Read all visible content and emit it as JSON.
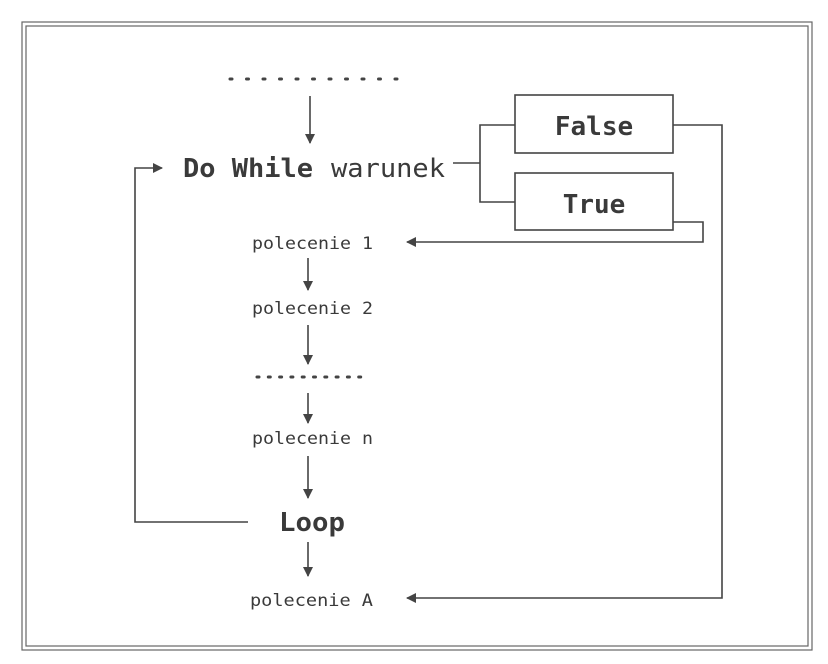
{
  "diagram": {
    "do_keyword": "Do While",
    "condition": "warunek",
    "false_label": "False",
    "true_label": "True",
    "statements": [
      "polecenie 1",
      "polecenie 2",
      "polecenie n"
    ],
    "loop_keyword": "Loop",
    "after_statement": "polecenie A",
    "ellipsis": "..........."
  }
}
